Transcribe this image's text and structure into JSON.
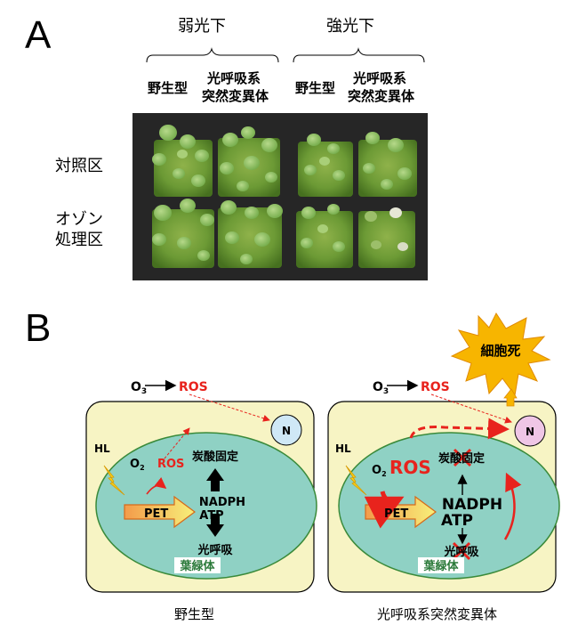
{
  "panel_a": {
    "letter": "A",
    "conditions": [
      "弱光下",
      "強光下"
    ],
    "genotypes": {
      "wild_type": "野生型",
      "mutant_line1": "光呼吸系",
      "mutant_line2": "突然変異体"
    },
    "rows": {
      "control": "対照区",
      "ozone_line1": "オゾン",
      "ozone_line2": "処理区"
    }
  },
  "panel_b": {
    "letter": "B",
    "cell_death": "細胞死",
    "o3": "O",
    "o3_sub": "3",
    "arrow": "→",
    "ros": "ROS",
    "o2": "O",
    "o2_sub": "2",
    "hl": "HL",
    "pet": "PET",
    "nucleus": "N",
    "carbon_fixation": "炭酸固定",
    "nadph": "NADPH",
    "atp": "ATP",
    "photorespiration": "光呼吸",
    "chloroplast": "葉緑体",
    "label_wild": "野生型",
    "label_mutant": "光呼吸系突然変異体"
  },
  "colors": {
    "cell_fill": "#f7f4c4",
    "chloroplast_fill": "#8fd1c4",
    "chloroplast_stroke": "#3a8a3a",
    "nucleus_wild": "#cfe8f6",
    "nucleus_mutant": "#efc6e6",
    "ros_red": "#e8231d",
    "burst": "#f7b500",
    "pet_fill": "#f7f07a",
    "chloro_label": "#2b7a3a"
  }
}
